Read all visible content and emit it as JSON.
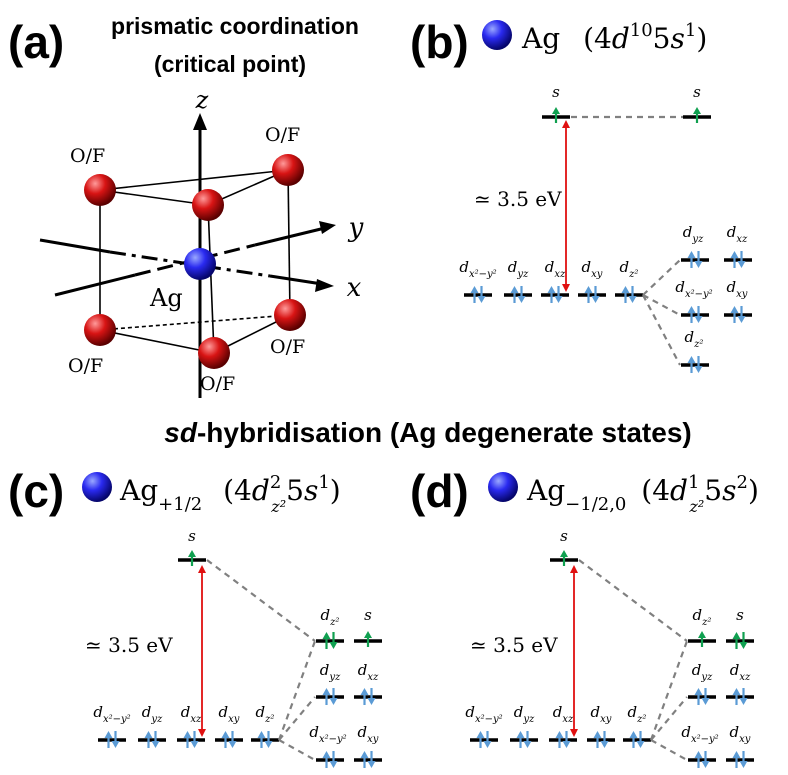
{
  "colors": {
    "level": "#000000",
    "electron_blue": "#5b9bd5",
    "electron_green": "#10a050",
    "gap_arrow": "#e01010",
    "connector": "#808080",
    "ag_atom": "#1a1ad8",
    "ligand_atom": "#c81010"
  },
  "panels": {
    "a": {
      "letter": "(a)",
      "title_line1": "prismatic coordination",
      "title_line2": "(critical point)",
      "axis_z": "z",
      "axis_y": "y",
      "axis_x": "x",
      "center_label": "Ag",
      "ligand_label": "O/F"
    },
    "b": {
      "letter": "(b)",
      "species": "Ag",
      "config_prefix": "(4",
      "config_d_exp": "10",
      "config_mid": "5",
      "config_s_exp": "1",
      "config_suffix": ")",
      "gap": "≃ 3.5 eV"
    },
    "c": {
      "letter": "(c)",
      "species": "Ag",
      "species_sub": "+1/2",
      "config_prefix": "(4",
      "config_d_exp": "2",
      "config_d_sub": "z²",
      "config_mid": "5",
      "config_s_exp": "1",
      "config_suffix": ")",
      "gap": "≃ 3.5 eV"
    },
    "d": {
      "letter": "(d)",
      "species": "Ag",
      "species_sub": "−1/2,0",
      "config_prefix": "(4",
      "config_d_exp": "1",
      "config_d_sub": "z²",
      "config_mid": "5",
      "config_s_exp": "2",
      "config_suffix": ")",
      "gap": "≃ 3.5 eV"
    }
  },
  "section_title_bold": "sd",
  "section_title_rest": "-hybridisation (Ag degenerate states)",
  "orbital_labels": {
    "s": "s",
    "d": "d",
    "x2y2": "x²−y²",
    "yz": "yz",
    "xz": "xz",
    "xy": "xy",
    "z2": "z²"
  }
}
